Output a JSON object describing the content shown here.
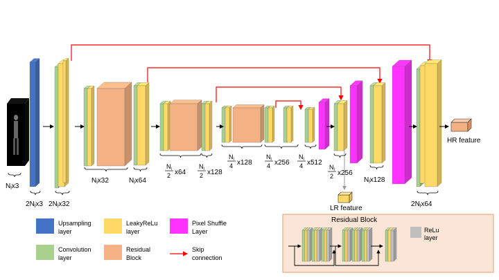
{
  "colors": {
    "upsampling": "#4472C4",
    "convolution": "#A9D18E",
    "leakyrelu": "#FFD966",
    "pixel_shuffle": "#FF33FF",
    "residual": "#F4B183",
    "relu": "#BFBFBF",
    "skip": "#FF0000",
    "residual_panel": "#FBE5D6"
  },
  "dims": {
    "input": {
      "sym": "N",
      "sub": "l",
      "suffix": "x3"
    },
    "upsampled": {
      "pre": "2",
      "sym": "N",
      "sub": "l",
      "suffix": "x3"
    },
    "conv1": {
      "pre": "2",
      "sym": "N",
      "sub": "l",
      "suffix": "x32"
    },
    "res1": {
      "sym": "N",
      "sub": "l",
      "suffix": "x32"
    },
    "conv2": {
      "sym": "N",
      "sub": "l",
      "suffix": "x64"
    },
    "res2": {
      "num_sym": "N",
      "num_sub": "l",
      "den": "2",
      "suffix": "x64"
    },
    "conv3": {
      "num_sym": "N",
      "num_sub": "l",
      "den": "2",
      "suffix": "x128"
    },
    "res3": {
      "num_sym": "N",
      "num_sub": "l",
      "den": "4",
      "suffix": "x128"
    },
    "conv4": {
      "num_sym": "N",
      "num_sub": "l",
      "den": "4",
      "suffix": "x256"
    },
    "conv5": {
      "num_sym": "N",
      "num_sub": "l",
      "den": "4",
      "suffix": "x512"
    },
    "dec1": {
      "num_sym": "N",
      "num_sub": "l",
      "den": "2",
      "suffix": "x256"
    },
    "dec2": {
      "sym": "N",
      "sub": "l",
      "suffix": "x128"
    },
    "out": {
      "pre": "2",
      "sym": "N",
      "sub": "l",
      "suffix": "x64"
    }
  },
  "labels": {
    "lr_feature": "LR feature",
    "hr_feature": "HR feature",
    "residual_block_title": "Residual Block"
  },
  "legend": {
    "upsampling": [
      "Upsampling",
      "layer"
    ],
    "convolution": [
      "Convolution",
      "layer"
    ],
    "leakyrelu": [
      "LeakyReLu",
      "layer"
    ],
    "residual": [
      "Residual",
      "Block"
    ],
    "pixel_shuffle": [
      "Pixel Shuffle",
      "Layer"
    ],
    "skip": [
      "Skip",
      "connection"
    ],
    "relu": [
      "ReLu",
      "layer"
    ]
  }
}
